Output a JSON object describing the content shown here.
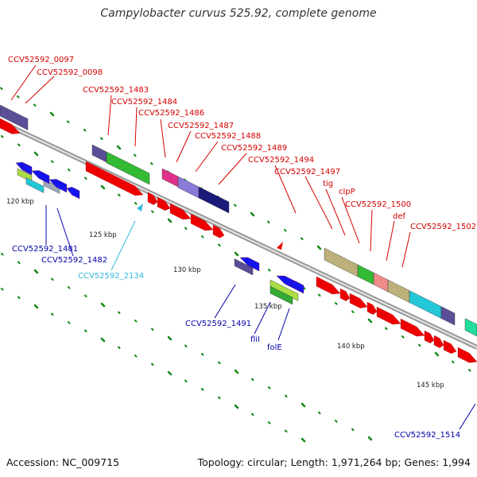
{
  "title": "Campylobacter curvus 525.92, complete genome",
  "footer": {
    "accession": "Accession: NC_009715",
    "topology": "Topology: circular; Length: 1,971,264 bp; Genes: 1,994"
  },
  "colors": {
    "forward_label": "#d40000",
    "reverse_label": "#0000aa",
    "rna_label": "#33bbdd",
    "backbone": "#999999",
    "tick": "#118811"
  },
  "kbp_labels": [
    "120 kbp",
    "125 kbp",
    "130 kbp",
    "135 kbp",
    "140 kbp",
    "145 kbp"
  ],
  "forward_genes": [
    "CCV52592_0097",
    "CCV52592_0098",
    "CCV52592_1483",
    "CCV52592_1484",
    "CCV52592_1486",
    "CCV52592_1487",
    "CCV52592_1488",
    "CCV52592_1489",
    "CCV52592_1494",
    "CCV52592_1497",
    "tig",
    "clpP",
    "CCV52592_1500",
    "def",
    "CCV52592_1502"
  ],
  "reverse_genes": [
    "CCV52592_1481",
    "CCV52592_1482",
    "CCV52592_1491",
    "fliI",
    "folE",
    "CCV52592_1514"
  ],
  "rna_genes": [
    "CCV52592_2134"
  ]
}
